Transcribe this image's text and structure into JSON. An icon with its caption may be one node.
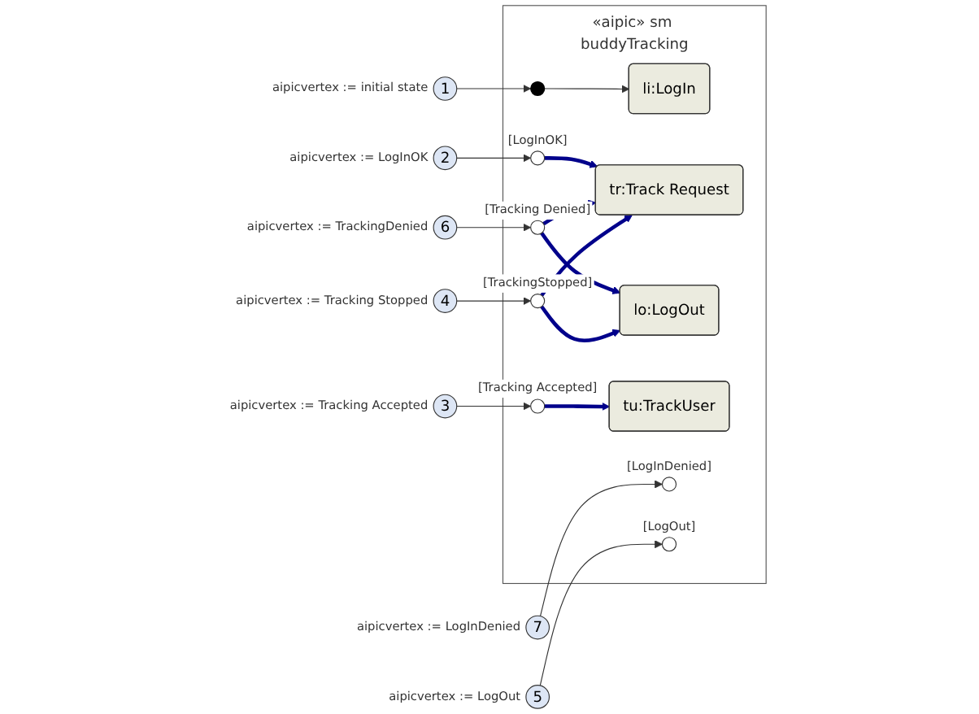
{
  "diagram": {
    "nodes": [
      {
        "text": [
          "«aipic» sm buddyTracking"
        ]
      },
      {
        "text": [],
        "shape": "circle",
        "in": 0
      },
      {
        "text": [
          "li:LogIn"
        ],
        "in": 0
      },
      {
        "text": [],
        "shape": "circle",
        "in": 0,
        "beside": [
          "[LogInOK]"
        ]
      },
      {
        "text": [],
        "shape": "circle",
        "in": 0,
        "beside": [
          "[LogInDenied]"
        ]
      },
      {
        "text": [
          "tr:Track Request"
        ],
        "in": 0
      },
      {
        "text": [],
        "shape": "circle",
        "in": 0,
        "beside": [
          "[Tracking Accepted]"
        ]
      },
      {
        "text": [],
        "shape": "circle",
        "in": 0,
        "beside": [
          "[Tracking Denied]"
        ]
      },
      {
        "text": [
          "tu:TrackUser"
        ],
        "in": 0
      },
      {
        "text": [],
        "shape": "circle",
        "in": 0,
        "beside": [
          "[TrackingStopped]"
        ]
      },
      {
        "text": [
          "lo:LogOut"
        ],
        "in": 0
      },
      {
        "text": [],
        "shape": "circle",
        "in": 0,
        "beside": [
          "[LogOut]"
        ]
      },
      {
        "text": [
          "1"
        ],
        "beside": [
          "aipicvertex := initial state"
        ]
      },
      {
        "text": [
          "2"
        ],
        "beside": [
          "aipicvertex := LogInOK"
        ]
      },
      {
        "text": [
          "3"
        ],
        "beside": [
          "aipicvertex := Tracking Accepted"
        ]
      },
      {
        "text": [
          "4"
        ],
        "beside": [
          "aipicvertex := Tracking Stopped"
        ]
      },
      {
        "text": [
          "5"
        ],
        "beside": [
          "aipicvertex := LogOut"
        ]
      },
      {
        "text": [
          "6"
        ],
        "beside": [
          "aipicvertex := TrackingDenied"
        ]
      },
      {
        "text": [
          "7"
        ],
        "beside": [
          "aipicvertex := LogInDenied"
        ]
      }
    ],
    "edges": [
      {
        "from": 1,
        "to": 2,
        "arrow": "to"
      },
      {
        "from": 3,
        "to": 5,
        "arrow": "to",
        "style": "thick",
        "color": "#00008b"
      },
      {
        "from": 6,
        "to": 8,
        "arrow": "to",
        "style": "thick",
        "color": "#00008b"
      },
      {
        "from": 7,
        "to": 5,
        "arrow": "to",
        "style": "thick",
        "color": "#00008b"
      },
      {
        "from": 7,
        "to": 10,
        "arrow": "to",
        "style": "thick",
        "color": "#00008b"
      },
      {
        "from": 9,
        "to": 5,
        "arrow": "to",
        "style": "thick",
        "color": "#00008b"
      },
      {
        "from": 9,
        "to": 10,
        "arrow": "to",
        "style": "thick",
        "color": "#00008b"
      },
      {
        "from": 12,
        "to": 1,
        "arrow": "to"
      },
      {
        "from": 13,
        "to": 3,
        "arrow": "to"
      },
      {
        "from": 14,
        "to": 6,
        "arrow": "to"
      },
      {
        "from": 15,
        "to": 9,
        "arrow": "to"
      },
      {
        "from": 16,
        "to": 11,
        "arrow": "to"
      },
      {
        "from": 17,
        "to": 7,
        "arrow": "to"
      },
      {
        "from": 18,
        "to": 4,
        "arrow": "to"
      }
    ]
  }
}
